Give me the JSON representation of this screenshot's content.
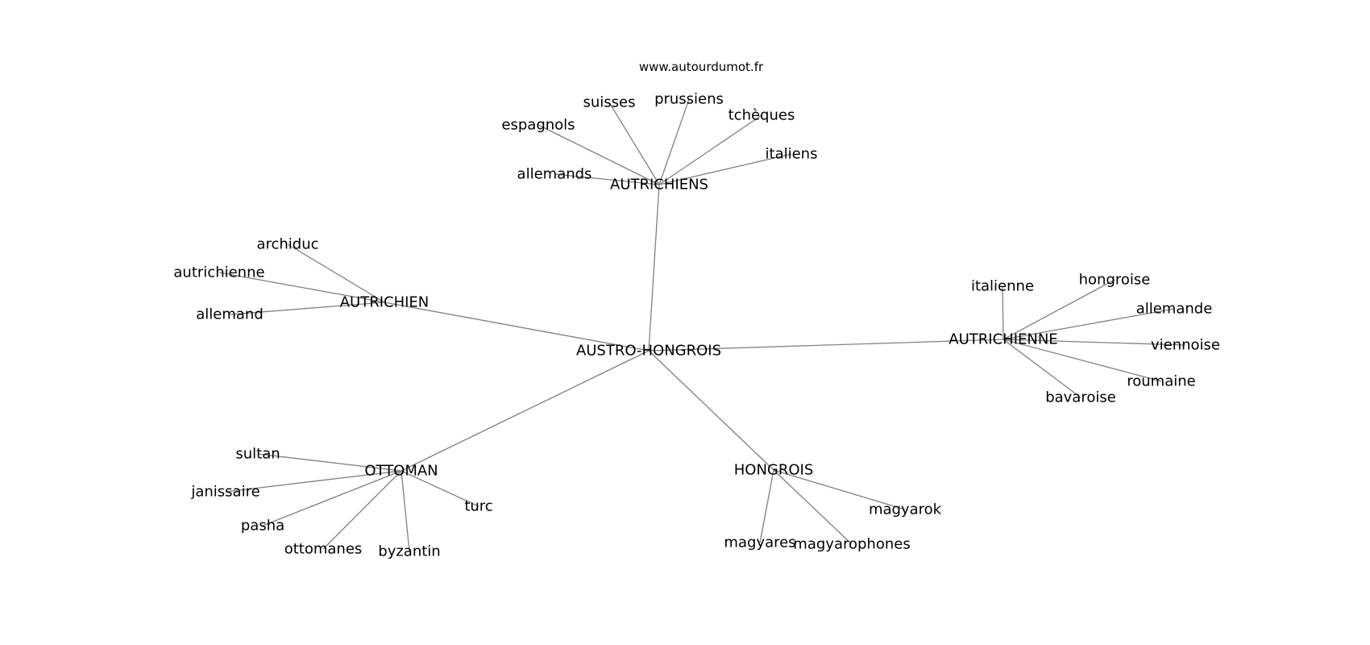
{
  "watermark": "www.autourdumot.fr",
  "nodes": [
    {
      "id": "austro",
      "label": "AUSTRO-HONGROIS"
    },
    {
      "id": "autrichiens",
      "label": "AUTRICHIENS"
    },
    {
      "id": "autrichien",
      "label": "AUTRICHIEN"
    },
    {
      "id": "autrichienne",
      "label": "AUTRICHIENNE"
    },
    {
      "id": "ottoman",
      "label": "OTTOMAN"
    },
    {
      "id": "hongrois",
      "label": "HONGROIS"
    },
    {
      "id": "espagnols",
      "label": "espagnols"
    },
    {
      "id": "suisses",
      "label": "suisses"
    },
    {
      "id": "prussiens",
      "label": "prussiens"
    },
    {
      "id": "tcheques",
      "label": "tchèques"
    },
    {
      "id": "italiens",
      "label": "italiens"
    },
    {
      "id": "allemands",
      "label": "allemands"
    },
    {
      "id": "archiduc",
      "label": "archiduc"
    },
    {
      "id": "autrichienne_w",
      "label": "autrichienne"
    },
    {
      "id": "allemand",
      "label": "allemand"
    },
    {
      "id": "italienne",
      "label": "italienne"
    },
    {
      "id": "hongroise",
      "label": "hongroise"
    },
    {
      "id": "allemande",
      "label": "allemande"
    },
    {
      "id": "viennoise",
      "label": "viennoise"
    },
    {
      "id": "roumaine",
      "label": "roumaine"
    },
    {
      "id": "bavaroise",
      "label": "bavaroise"
    },
    {
      "id": "sultan",
      "label": "sultan"
    },
    {
      "id": "janissaire",
      "label": "janissaire"
    },
    {
      "id": "pasha",
      "label": "pasha"
    },
    {
      "id": "ottomanes",
      "label": "ottomanes"
    },
    {
      "id": "byzantin",
      "label": "byzantin"
    },
    {
      "id": "turc",
      "label": "turc"
    },
    {
      "id": "magyares",
      "label": "magyares"
    },
    {
      "id": "magyarophones",
      "label": "magyarophones"
    },
    {
      "id": "magyarok",
      "label": "magyarok"
    }
  ],
  "edges": [
    [
      "austro",
      "autrichiens"
    ],
    [
      "austro",
      "autrichien"
    ],
    [
      "austro",
      "autrichienne"
    ],
    [
      "austro",
      "ottoman"
    ],
    [
      "austro",
      "hongrois"
    ],
    [
      "autrichiens",
      "espagnols"
    ],
    [
      "autrichiens",
      "suisses"
    ],
    [
      "autrichiens",
      "prussiens"
    ],
    [
      "autrichiens",
      "tcheques"
    ],
    [
      "autrichiens",
      "italiens"
    ],
    [
      "autrichiens",
      "allemands"
    ],
    [
      "autrichien",
      "archiduc"
    ],
    [
      "autrichien",
      "autrichienne_w"
    ],
    [
      "autrichien",
      "allemand"
    ],
    [
      "autrichienne",
      "italienne"
    ],
    [
      "autrichienne",
      "hongroise"
    ],
    [
      "autrichienne",
      "allemande"
    ],
    [
      "autrichienne",
      "viennoise"
    ],
    [
      "autrichienne",
      "roumaine"
    ],
    [
      "autrichienne",
      "bavaroise"
    ],
    [
      "ottoman",
      "sultan"
    ],
    [
      "ottoman",
      "janissaire"
    ],
    [
      "ottoman",
      "pasha"
    ],
    [
      "ottoman",
      "ottomanes"
    ],
    [
      "ottoman",
      "byzantin"
    ],
    [
      "ottoman",
      "turc"
    ],
    [
      "hongrois",
      "magyares"
    ],
    [
      "hongrois",
      "magyarophones"
    ],
    [
      "hongrois",
      "magyarok"
    ]
  ]
}
